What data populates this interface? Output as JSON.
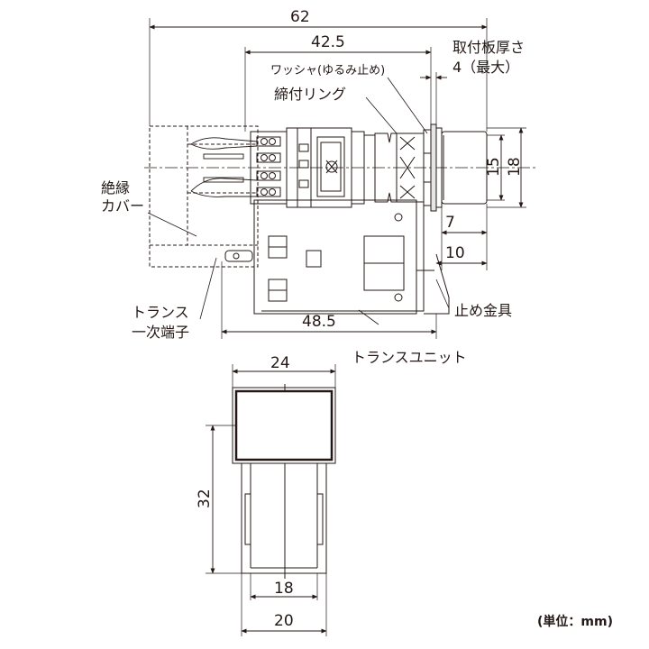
{
  "side_view": {
    "dims": {
      "overall_length": "62",
      "body_length": "42.5",
      "panel_thickness_value": "4（最大）",
      "bezel_height": "15",
      "bezel_outer": "18",
      "front_depth": "7",
      "front_depth_2": "10",
      "trans_length": "48.5"
    },
    "labels": {
      "washer": "ワッシャ(ゆるみ止め)",
      "locking_ring": "締付リング",
      "panel_thickness": "取付板厚さ",
      "insulating_cover_1": "絶縁",
      "insulating_cover_2": "カバー",
      "trans_terminal_1": "トランス",
      "trans_terminal_2": "一次端子",
      "stop_bracket": "止め金具",
      "trans_unit": "トランスユニット"
    }
  },
  "front_view": {
    "dims": {
      "width": "24",
      "height": "32",
      "inner_width": "18",
      "outer_width": "20"
    }
  },
  "unit_note": "(単位：mm)"
}
